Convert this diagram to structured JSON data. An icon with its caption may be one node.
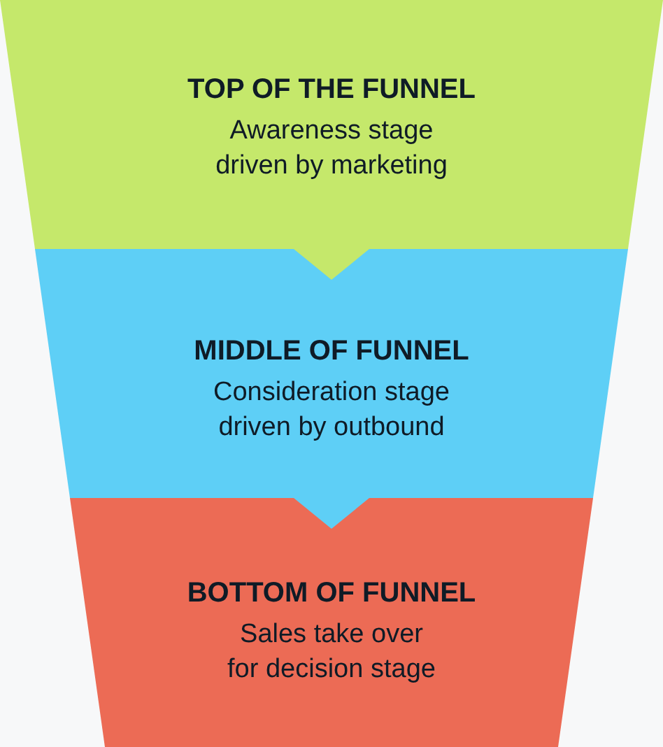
{
  "diagram": {
    "nodes": [
      {
        "text": [
          "TOP OF THE FUNNEL",
          "Awareness stage driven by marketing"
        ]
      },
      {
        "text": [
          "MIDDLE OF FUNNEL",
          "Consideration stage driven by outbound"
        ]
      },
      {
        "text": [
          "BOTTOM OF FUNNEL",
          "Sales take over for decision stage"
        ]
      }
    ],
    "edges": [
      {
        "from": 0,
        "to": 1,
        "arrow": "to",
        "color": "#c5e86b"
      },
      {
        "from": 1,
        "to": 2,
        "arrow": "to",
        "color": "#5ecff6"
      }
    ]
  }
}
